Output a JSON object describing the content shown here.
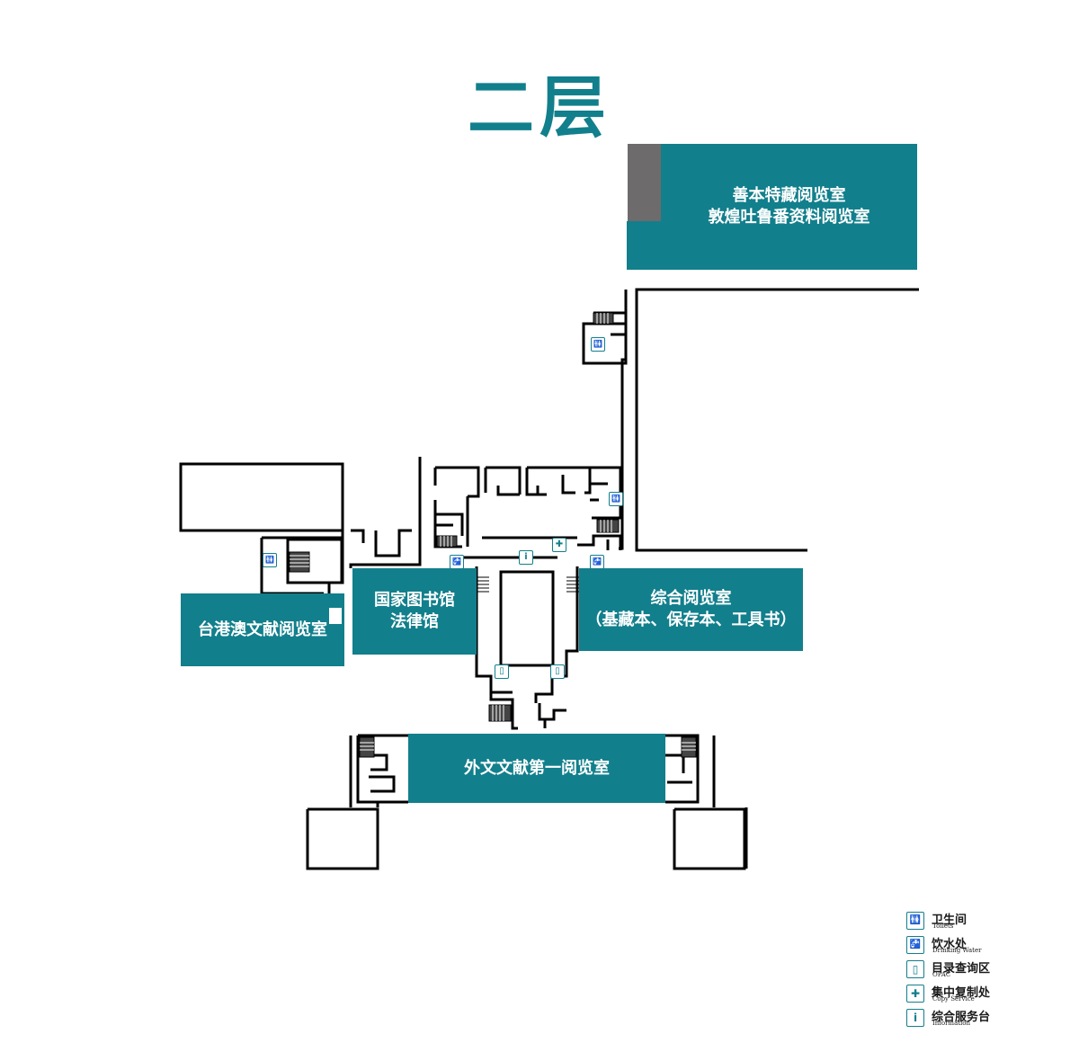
{
  "floor_title": "二层",
  "rooms": {
    "rare_books": [
      "善本特藏阅览室",
      "敦煌吐鲁番资料阅览室"
    ],
    "hk_macau_taiwan": "台港澳文献阅览室",
    "law_library": [
      "国家图书馆",
      "法律馆"
    ],
    "general_reading": [
      "综合阅览室",
      "（基藏本、保存本、工具书）"
    ],
    "foreign_lit": "外文文献第一阅览室"
  },
  "map_icons": {
    "toilet": "🚻",
    "water": "🚰",
    "opac": "▯",
    "copy": "✚",
    "info": "i"
  },
  "legend": [
    {
      "icon": "toilet-icon",
      "glyph": "🚻",
      "zh": "卫生间",
      "en": "Toilets"
    },
    {
      "icon": "drinking-water-icon",
      "glyph": "🚰",
      "zh": "饮水处",
      "en": "Drinking Water"
    },
    {
      "icon": "opac-icon",
      "glyph": "▯",
      "zh": "目录查询区",
      "en": "OPAC"
    },
    {
      "icon": "copy-service-icon",
      "glyph": "✚",
      "zh": "集中复制处",
      "en": "Copy Service"
    },
    {
      "icon": "information-icon",
      "glyph": "i",
      "zh": "综合服务台",
      "en": "Information"
    }
  ],
  "colors": {
    "accent": "#127f8c",
    "wall": "#000000",
    "grey": "#6d6b6c"
  }
}
